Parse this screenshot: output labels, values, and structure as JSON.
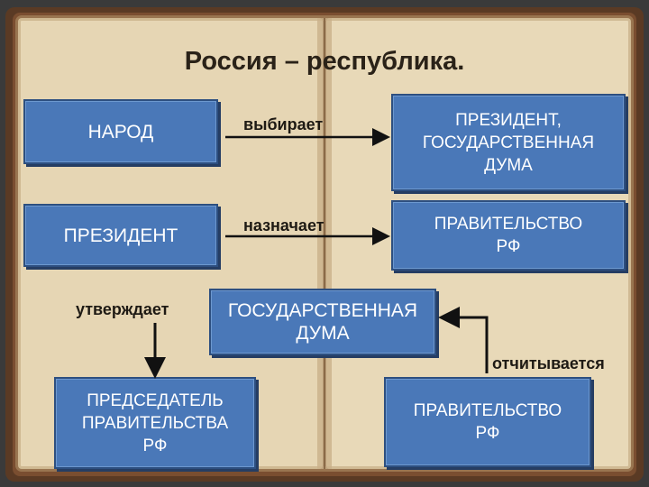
{
  "title": "Россия – республика.",
  "nodes": {
    "narod": "НАРОД",
    "president": "ПРЕЗИДЕНТ",
    "president_duma": "ПРЕЗИДЕНТ,\nГОСУДАРСТВЕННАЯ\nДУМА",
    "government_top": "ПРАВИТЕЛЬСТВО\nРФ",
    "duma": "ГОСУДАРСТВЕННАЯ\nДУМА",
    "chairman": "ПРЕДСЕДАТЕЛЬ\nПРАВИТЕЛЬСТВА\nРФ",
    "government_bottom": "ПРАВИТЕЛЬСТВО\nРФ"
  },
  "edges": {
    "elects": "выбирает",
    "appoints": "назначает",
    "approves": "утверждает",
    "reports": "отчитывается"
  },
  "colors": {
    "box_fill": "#4a78b8",
    "box_border": "#2d4f80",
    "arrow": "#111111",
    "page": "#e8d9b8"
  }
}
